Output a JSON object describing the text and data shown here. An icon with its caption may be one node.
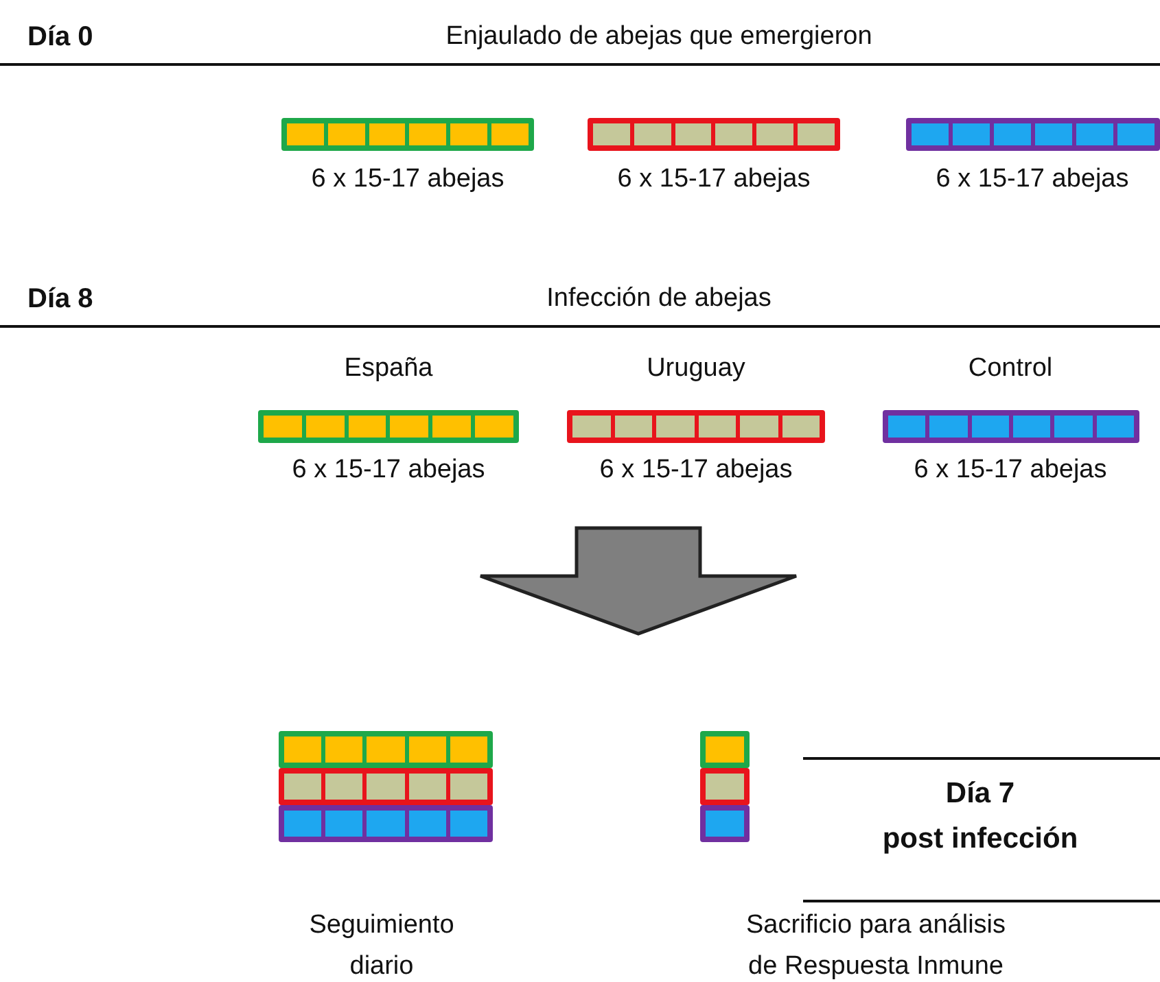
{
  "diagram": {
    "nodes": [
      {
        "text": [],
        "shape": "bar",
        "beside": [
          "6 x 15-17 abejas"
        ]
      },
      {
        "text": [],
        "shape": "bar",
        "beside": [
          "6 x 15-17 abejas"
        ]
      },
      {
        "text": [],
        "shape": "bar",
        "beside": [
          "6 x 15-17 abejas"
        ]
      },
      {
        "text": [],
        "shape": "bar",
        "beside": [
          "España",
          "6 x 15-17 abejas"
        ]
      },
      {
        "text": [],
        "shape": "bar",
        "beside": [
          "Uruguay",
          "6 x 15-17 abejas"
        ]
      },
      {
        "text": [],
        "shape": "bar",
        "beside": [
          "Control",
          "6 x 15-17 abejas"
        ]
      },
      {
        "text": [],
        "shape": "bar"
      },
      {
        "text": [],
        "shape": "bar"
      },
      {
        "text": [],
        "shape": "bar"
      },
      {
        "text": [],
        "shape": "bar"
      },
      {
        "text": [],
        "shape": "bar"
      },
      {
        "text": [],
        "shape": "bar"
      }
    ],
    "labels": [
      "Día 0",
      "Enjaulado de abejas que emergieron",
      "Día 8",
      "Infección de abejas",
      "Día 7",
      "post infección",
      "Seguimiento diario",
      "Sacrificio para análisis de Respuesta Inmune"
    ]
  }
}
